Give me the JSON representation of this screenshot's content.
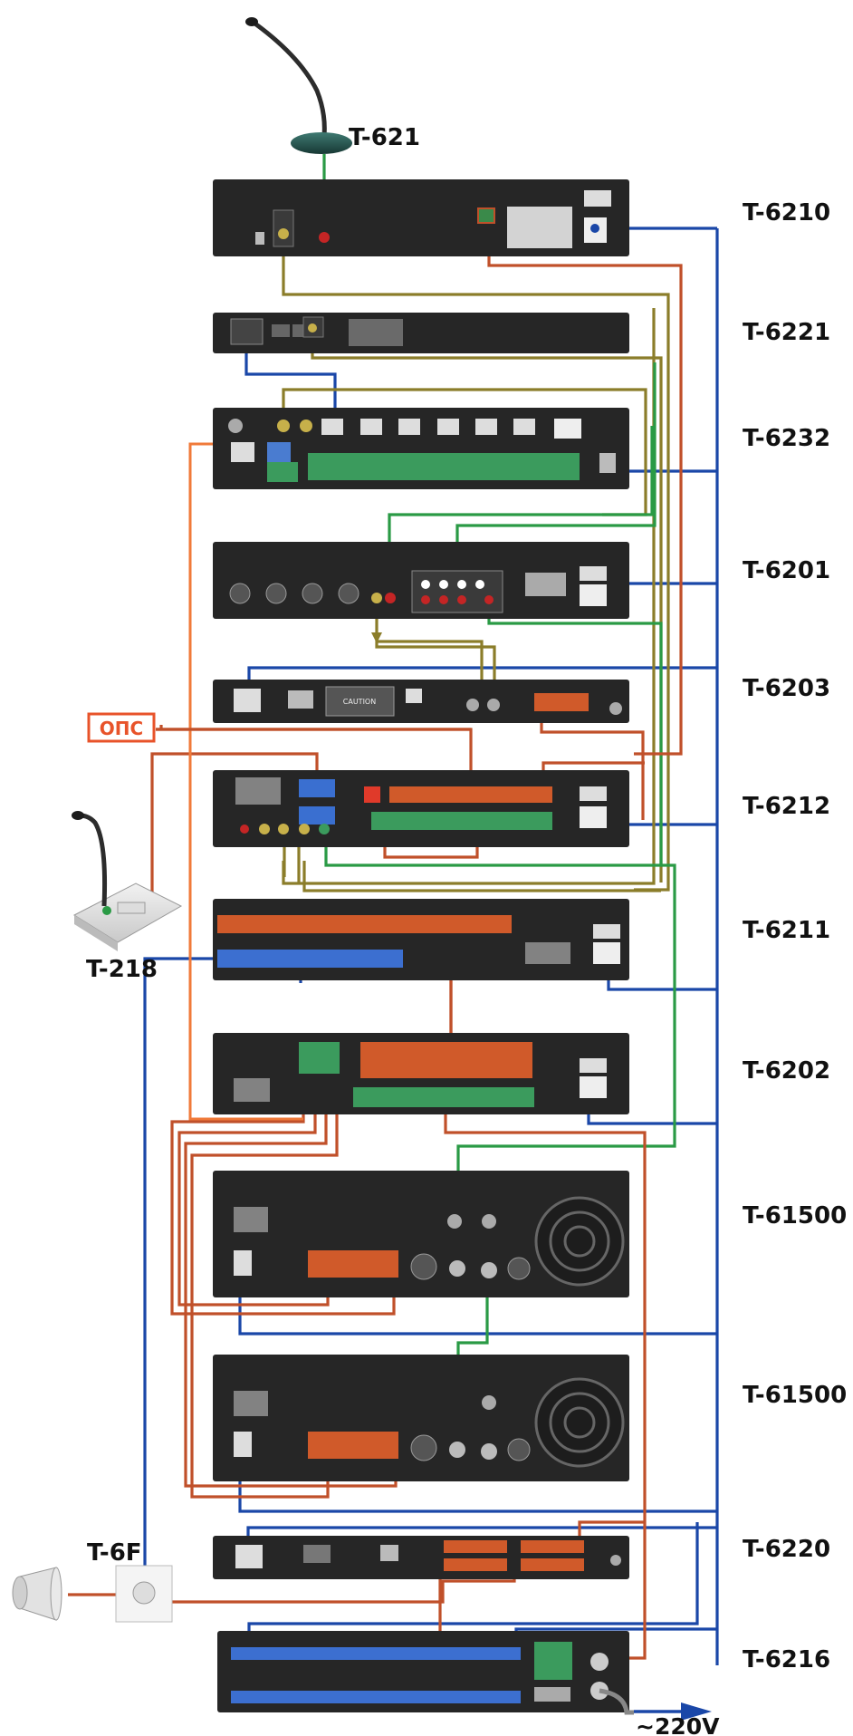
{
  "title": "",
  "devices": {
    "t621": "T-621",
    "t6210": "T-6210",
    "t6221": "T-6221",
    "t6232": "T-6232",
    "t6201": "T-6201",
    "t6203": "T-6203",
    "t6212": "T-6212",
    "t6211": "T-6211",
    "t6202": "T-6202",
    "t61500a": "T-61500",
    "t61500b": "T-61500",
    "t6220": "T-6220",
    "t6216": "T-6216",
    "t218": "T-218",
    "t6f": "T-6F"
  },
  "ops_label": "ОПС",
  "mains_label": "~220V",
  "panel_texts": {
    "caution": "CAUTION"
  },
  "colors": {
    "power": "#1a47a8",
    "speaker": "#c0502a",
    "audio_olive": "#8b7d2a",
    "audio_green": "#2a9a45",
    "ops": "#e8532a",
    "ops_line": "#f07a3a",
    "panel": "#262626",
    "terminal_green": "#3b9b5d",
    "terminal_red": "#d05a2a",
    "terminal_blue": "#3c6fd0"
  }
}
